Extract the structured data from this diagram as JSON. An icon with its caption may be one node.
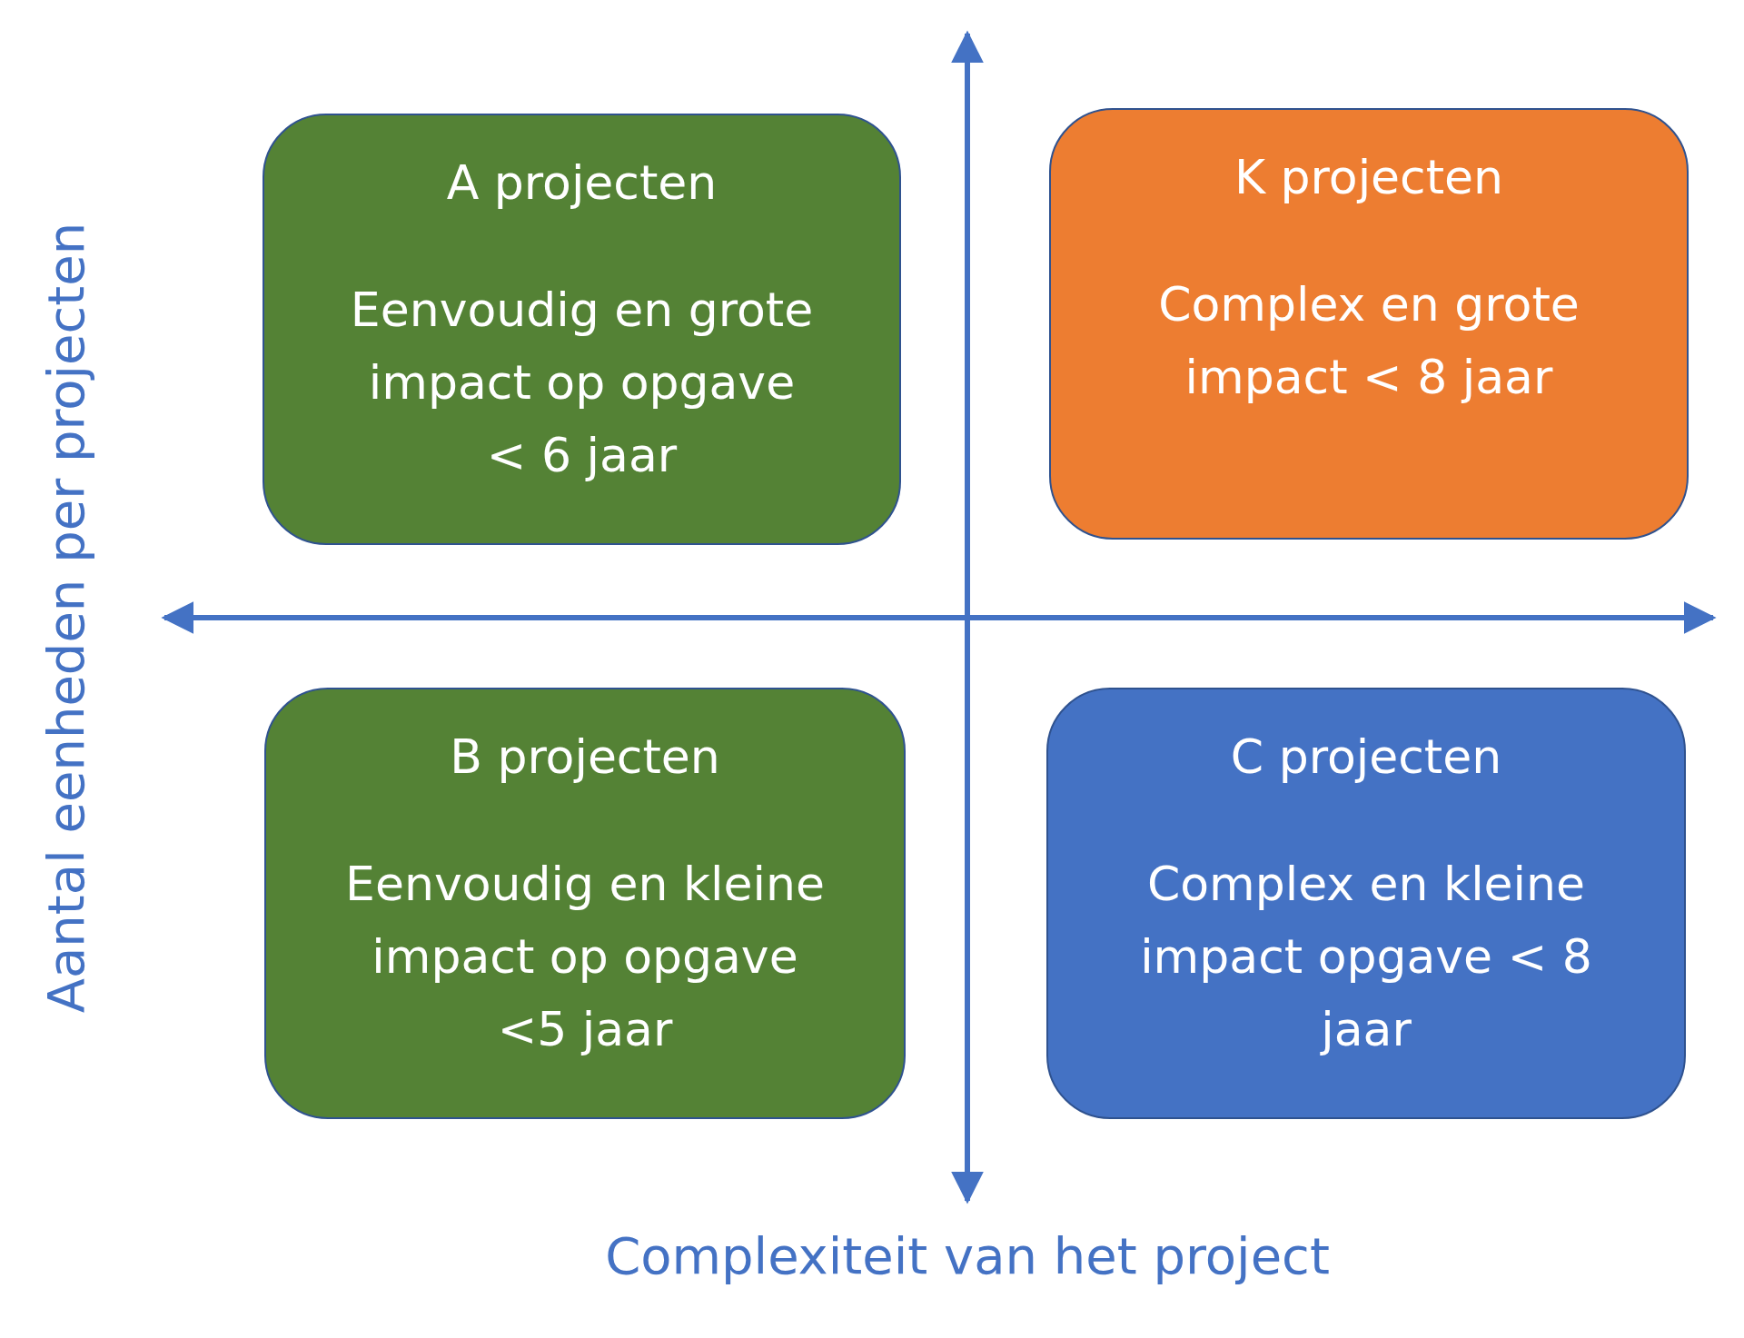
{
  "diagram": {
    "nodes": [
      {
        "text": [
          "A projecten",
          "Eenvoudig en grote impact op opgave < 6 jaar"
        ]
      },
      {
        "text": [
          "K projecten",
          "Complex en grote impact < 8 jaar"
        ]
      },
      {
        "text": [
          "B projecten",
          "Eenvoudig en kleine impact op opgave <5 jaar"
        ]
      },
      {
        "text": [
          "C projecten",
          "Complex en kleine impact opgave < 8 jaar"
        ]
      }
    ],
    "edges": [],
    "labels": [
      "Aantal eenheden per projecten",
      "Complexiteit van het project"
    ]
  }
}
